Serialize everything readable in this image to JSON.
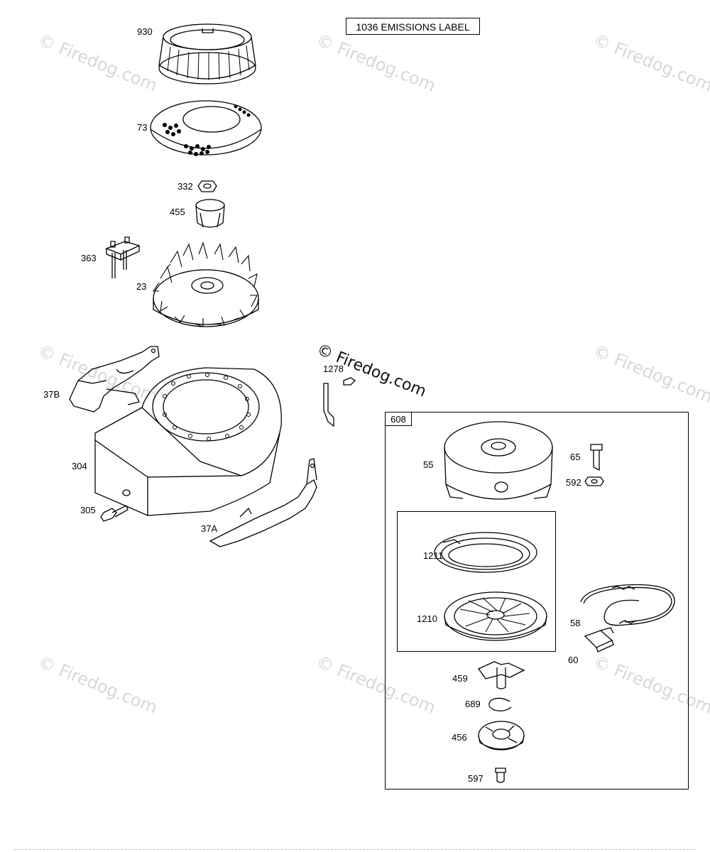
{
  "diagram": {
    "emissions_label": "1036 EMISSIONS LABEL",
    "kit_number": "608",
    "watermark": "© Firedog.com",
    "parts": {
      "p930": "930",
      "p73": "73",
      "p332": "332",
      "p455": "455",
      "p363": "363",
      "p23": "23",
      "p37b": "37B",
      "p304": "304",
      "p305": "305",
      "p37a": "37A",
      "p1278": "1278",
      "p55": "55",
      "p65": "65",
      "p592": "592",
      "p1211": "1211",
      "p1210": "1210",
      "p58": "58",
      "p60": "60",
      "p459": "459",
      "p689": "689",
      "p456": "456",
      "p597": "597"
    }
  }
}
